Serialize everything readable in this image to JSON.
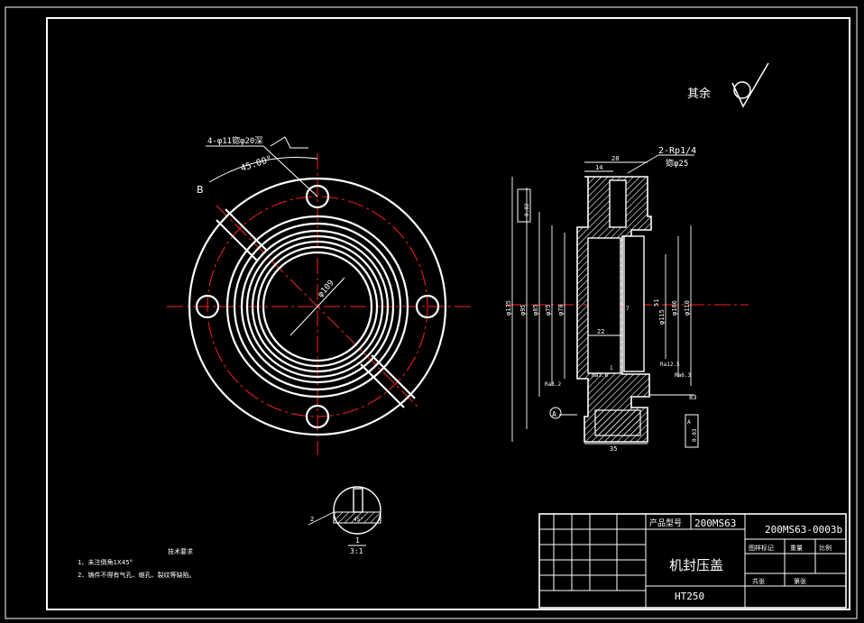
{
  "surface_note": "其余",
  "top_view": {
    "hole_callout": "4-φ11锪φ20深",
    "angle": "45.00°",
    "section_mark": "B",
    "dia_inner": "φ109"
  },
  "section_view": {
    "thread": "2-Rp1/4",
    "counterbore": "锪φ25",
    "dim_14": "14",
    "dim_28": "28",
    "dim_51": "51",
    "dim_22": "22",
    "dim_35": "35",
    "dim_83": "83",
    "dim_7": "7",
    "dim_1": "1",
    "datum_a": "A",
    "datum_a_small": "A",
    "dia_135": "φ135",
    "dia_95": "φ95",
    "dia_85": "φ85",
    "dia_75": "φ75",
    "dia_70": "φ70",
    "dia_115": "φ115",
    "dia_106": "φ106",
    "dia_110": "φ110",
    "ra_16": "Ra1.6",
    "ra_32": "Ra3.2",
    "ra_125": "Ra12.5",
    "ra_63": "Ra6.3",
    "tol_a": "0.02",
    "tol_b": "0.03"
  },
  "detail_view": {
    "label": "1",
    "scale": "3:1",
    "dim_a": "2",
    "dim_b": "45°"
  },
  "notes": {
    "heading": "技术要求",
    "item1": "1、未注倒角1X45°",
    "item2": "2、铸件不得有气孔、缩孔、裂纹等缺陷。"
  },
  "title_block": {
    "product_type_label": "产品型号",
    "product_type_value": "200MS63",
    "drawing_no": "200MS63-0003b",
    "part_name": "机封压盖",
    "material": "HT250",
    "stage_label": "图样标记",
    "weight_label": "重量",
    "scale_label": "比例",
    "sheet_total": "共张",
    "sheet_no": "第张"
  },
  "colors": {
    "line": "#ffffff",
    "center": "#ff2020",
    "background": "#000000"
  }
}
